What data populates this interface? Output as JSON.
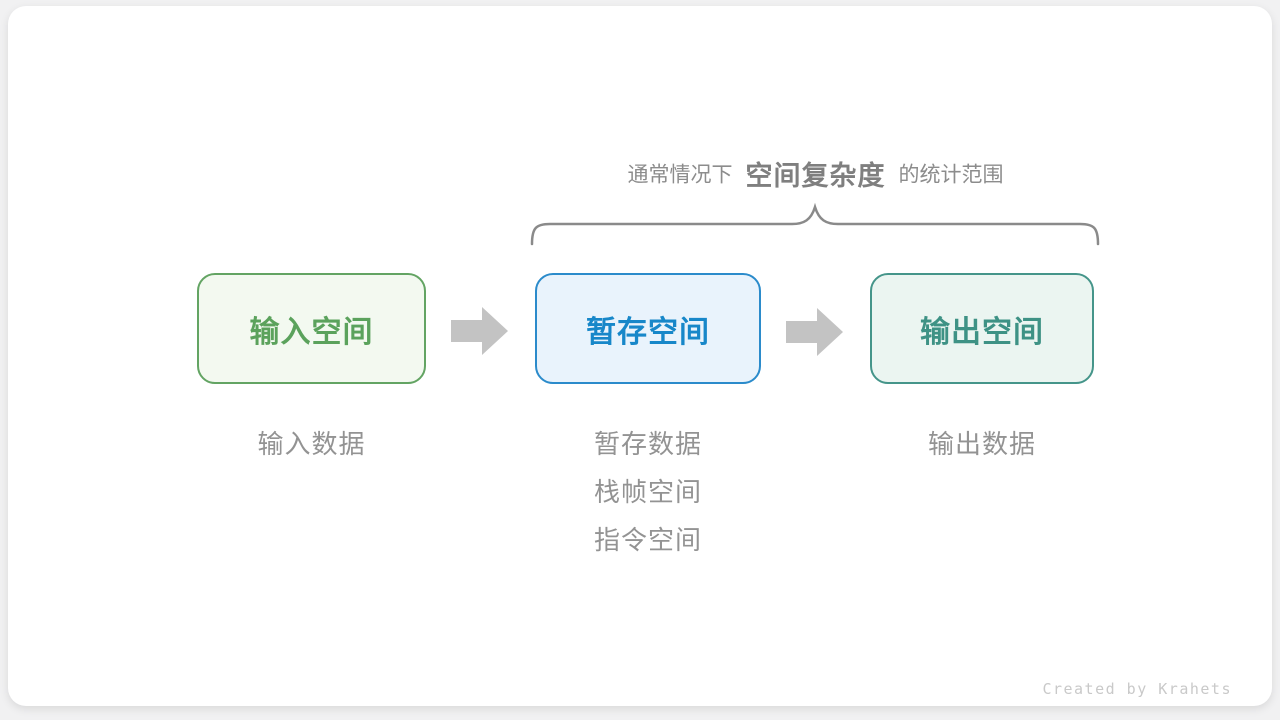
{
  "caption": {
    "prefix": "通常情况下",
    "highlight": "空间复杂度",
    "suffix": "的统计范围"
  },
  "flow": {
    "boxes": [
      {
        "label": "输入空间",
        "text_color": "#5BA25C",
        "border_color": "#63A463",
        "fill_color": "#F3F9F0"
      },
      {
        "label": "暂存空间",
        "text_color": "#1787C9",
        "border_color": "#2B8BCB",
        "fill_color": "#E9F3FC"
      },
      {
        "label": "输出空间",
        "text_color": "#3E9285",
        "border_color": "#45958A",
        "fill_color": "#EBF5F1"
      }
    ],
    "arrow_color": "#C3C3C3",
    "brace_color": "#8A8A8A"
  },
  "notes": {
    "input": [
      "输入数据"
    ],
    "temp": [
      "暂存数据",
      "栈帧空间",
      "指令空间"
    ],
    "output": [
      "输出数据"
    ]
  },
  "footer": {
    "credit": "Created by Krahets"
  }
}
